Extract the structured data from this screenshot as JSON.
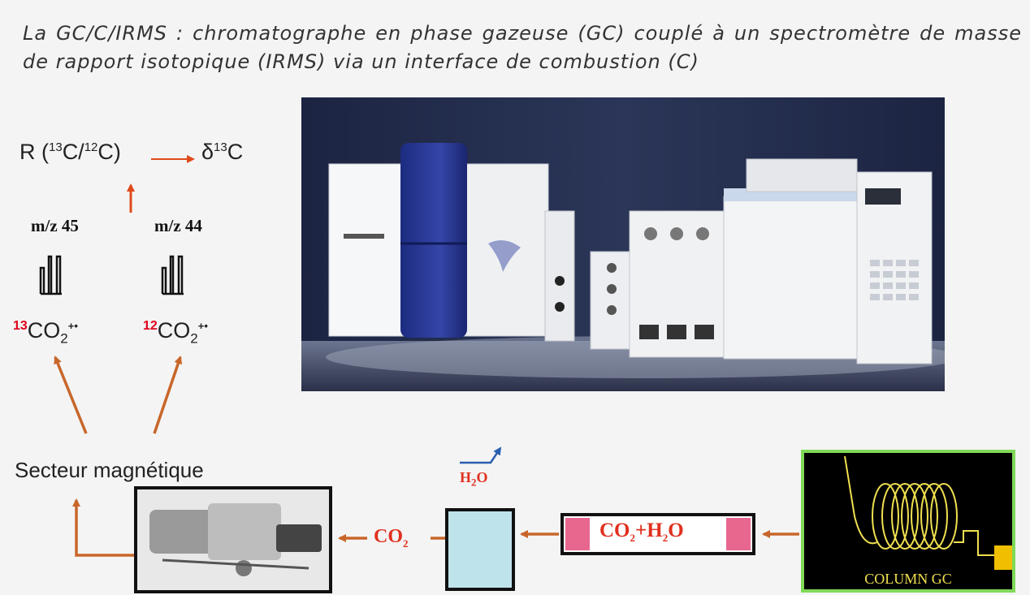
{
  "title": "La GC/C/IRMS : chromatographe en phase gazeuse (GC) couplé à un spectromètre de masse de rapport isotopique (IRMS) via un interface de combustion (C)",
  "ratio": {
    "prefix": "R (",
    "iso1": "13",
    "mid": "C/",
    "iso2": "12",
    "suffix": "C)"
  },
  "delta": {
    "symbol": "δ",
    "iso": "13",
    "element": "C"
  },
  "mz_left": "m/z 45",
  "mz_right": "m/z 44",
  "ion_left": {
    "iso": "13",
    "formula": "CO",
    "sub": "2",
    "radical": "+•"
  },
  "ion_right": {
    "iso": "12",
    "formula": "CO",
    "sub": "2",
    "radical": "+•"
  },
  "sector_label": "Secteur magnétique",
  "h2o_label": {
    "main": "H",
    "sub": "2",
    "end": "O"
  },
  "co2_label": {
    "main": "CO",
    "sub": "2"
  },
  "co2_h2o_label": {
    "a": "CO",
    "sub1": "2",
    "plus": "+H",
    "sub2": "2",
    "end": "O"
  },
  "column_label": "COLUMN GC",
  "colors": {
    "arrow": "#c8662a",
    "small_arrow_red": "#e04a1a",
    "label_red": "#e0301e",
    "water_box": "#bfe3ea",
    "pink_end": "#e8678f",
    "gc_border": "#7fd957",
    "coil": "#f0e050"
  },
  "icons": [
    "magnetic-sector-photo",
    "gc-irms-instrument-photo",
    "gc-column-coil-icon"
  ]
}
